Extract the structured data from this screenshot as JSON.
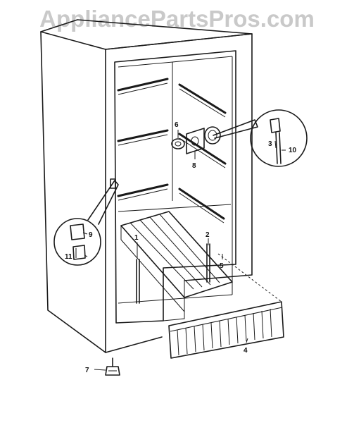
{
  "watermark": "AppliancePartsPros.com",
  "callouts": {
    "c1": "1",
    "c2": "2",
    "c3": "3",
    "c4": "4",
    "c5": "5",
    "c6": "6",
    "c7": "7",
    "c8": "8",
    "c9": "9",
    "c10": "10",
    "c11": "11"
  },
  "icons": [
    "freezer-cabinet",
    "door-shelf",
    "wire-basket",
    "thermostat-detail",
    "leveling-leg",
    "light-switch-detail"
  ],
  "colors": {
    "line": "#1a1a1a",
    "watermark": "#c9c9c9",
    "background": "#ffffff"
  }
}
